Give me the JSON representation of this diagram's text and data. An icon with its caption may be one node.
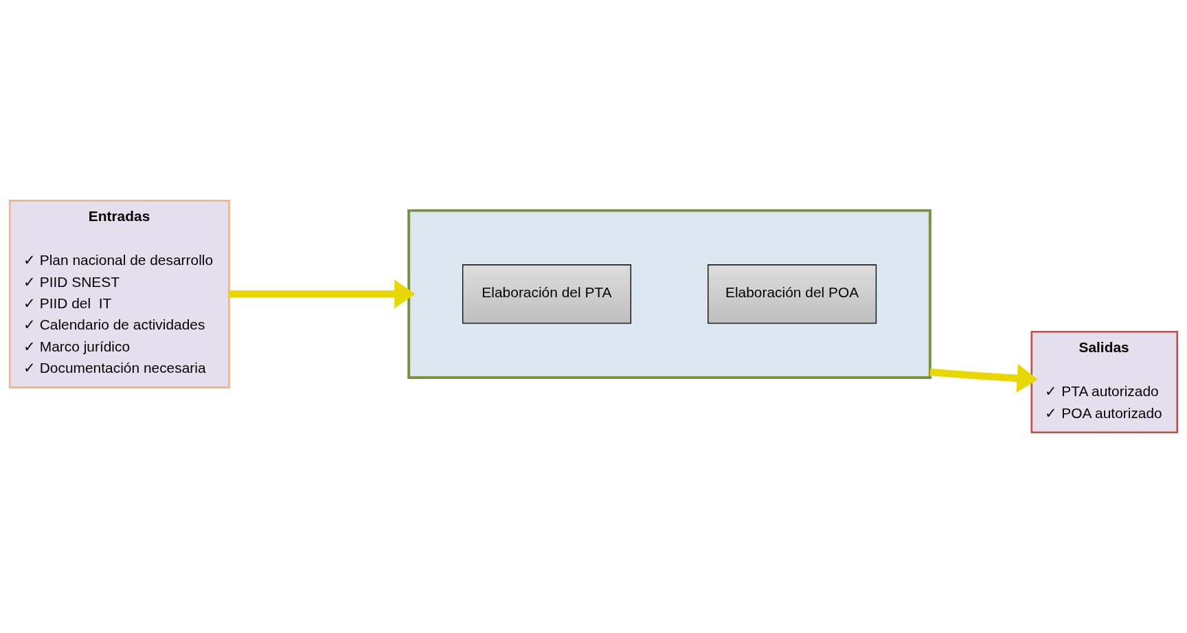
{
  "diagram": {
    "nodes": [
      {
        "text": [
          "Entradas",
          "✓ Plan nacional de desarrollo",
          "✓ PIID SNEST",
          "✓ PIID del  IT",
          "✓ Calendario de actividades",
          "✓ Marco jurídico",
          "✓ Documentación necesaria"
        ]
      },
      {
        "text": [],
        "shape": "box"
      },
      {
        "text": [
          "Elaboración del PTA"
        ],
        "in": 1
      },
      {
        "text": [
          "Elaboración del POA"
        ],
        "in": 1
      },
      {
        "text": [
          "Salidas",
          "✓ PTA autorizado",
          "✓ POA autorizado"
        ]
      }
    ],
    "edges": [
      {
        "from": 0,
        "to": 1,
        "arrow": "to"
      },
      {
        "from": 1,
        "to": 4,
        "arrow": "to"
      }
    ]
  }
}
